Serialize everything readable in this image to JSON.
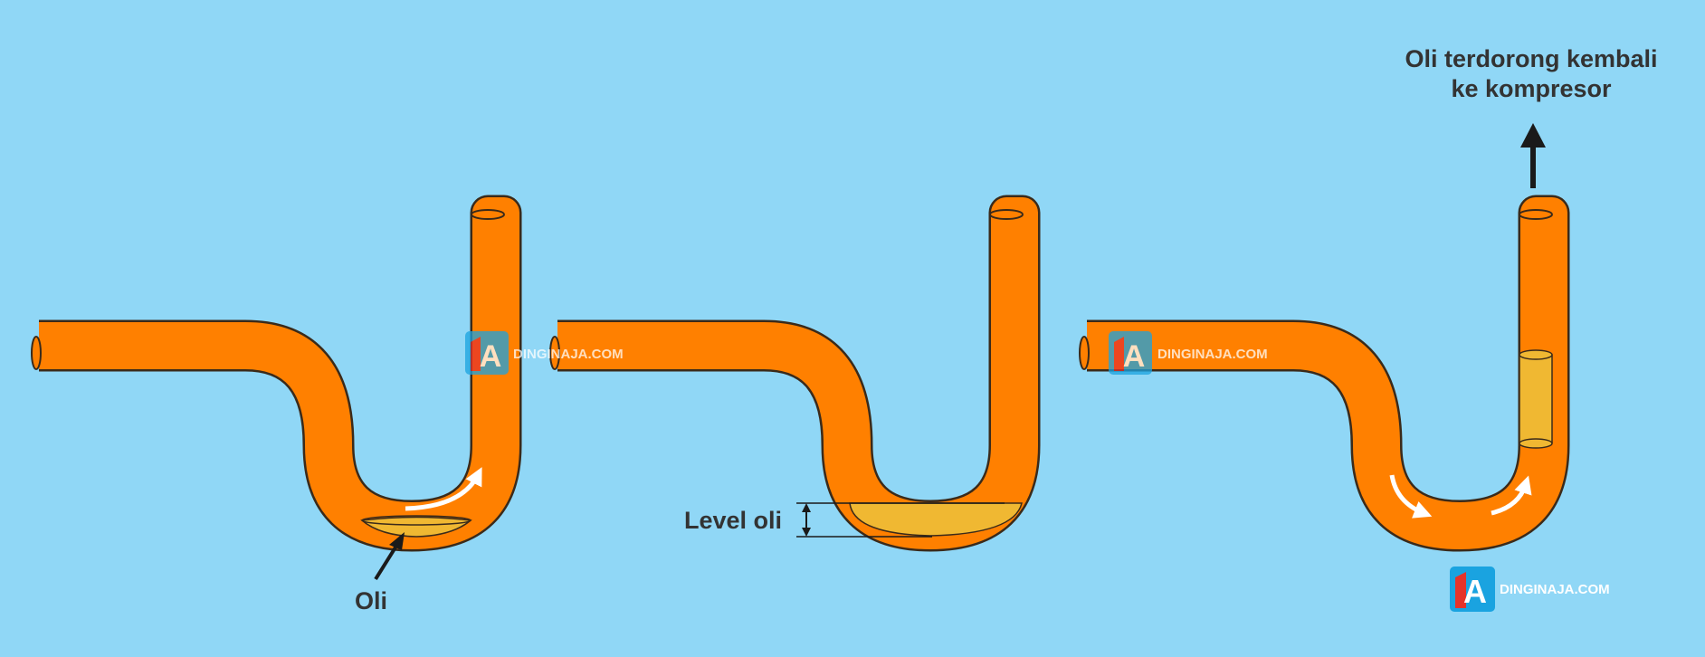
{
  "labels": {
    "oil": "Oli",
    "oil_level": "Level oli",
    "pushed_back_line1": "Oli terdorong kembali",
    "pushed_back_line2": "ke kompresor"
  },
  "watermark": {
    "text": "DINGINAJA.COM",
    "letter": "A"
  },
  "colors": {
    "background": "#90d7f6",
    "pipe": "#ff8000",
    "pipe_outline": "#3a2a1a",
    "oil": "#f0b832",
    "arrow": "#1a1a1a",
    "flow_arrow": "#ffffff",
    "logo_blue": "#1aa3e0",
    "logo_red": "#e6332a"
  },
  "icons": [
    "up-arrow-icon",
    "double-headed-arrow-icon",
    "flow-arrow-icon",
    "dinginaja-logo-icon"
  ]
}
